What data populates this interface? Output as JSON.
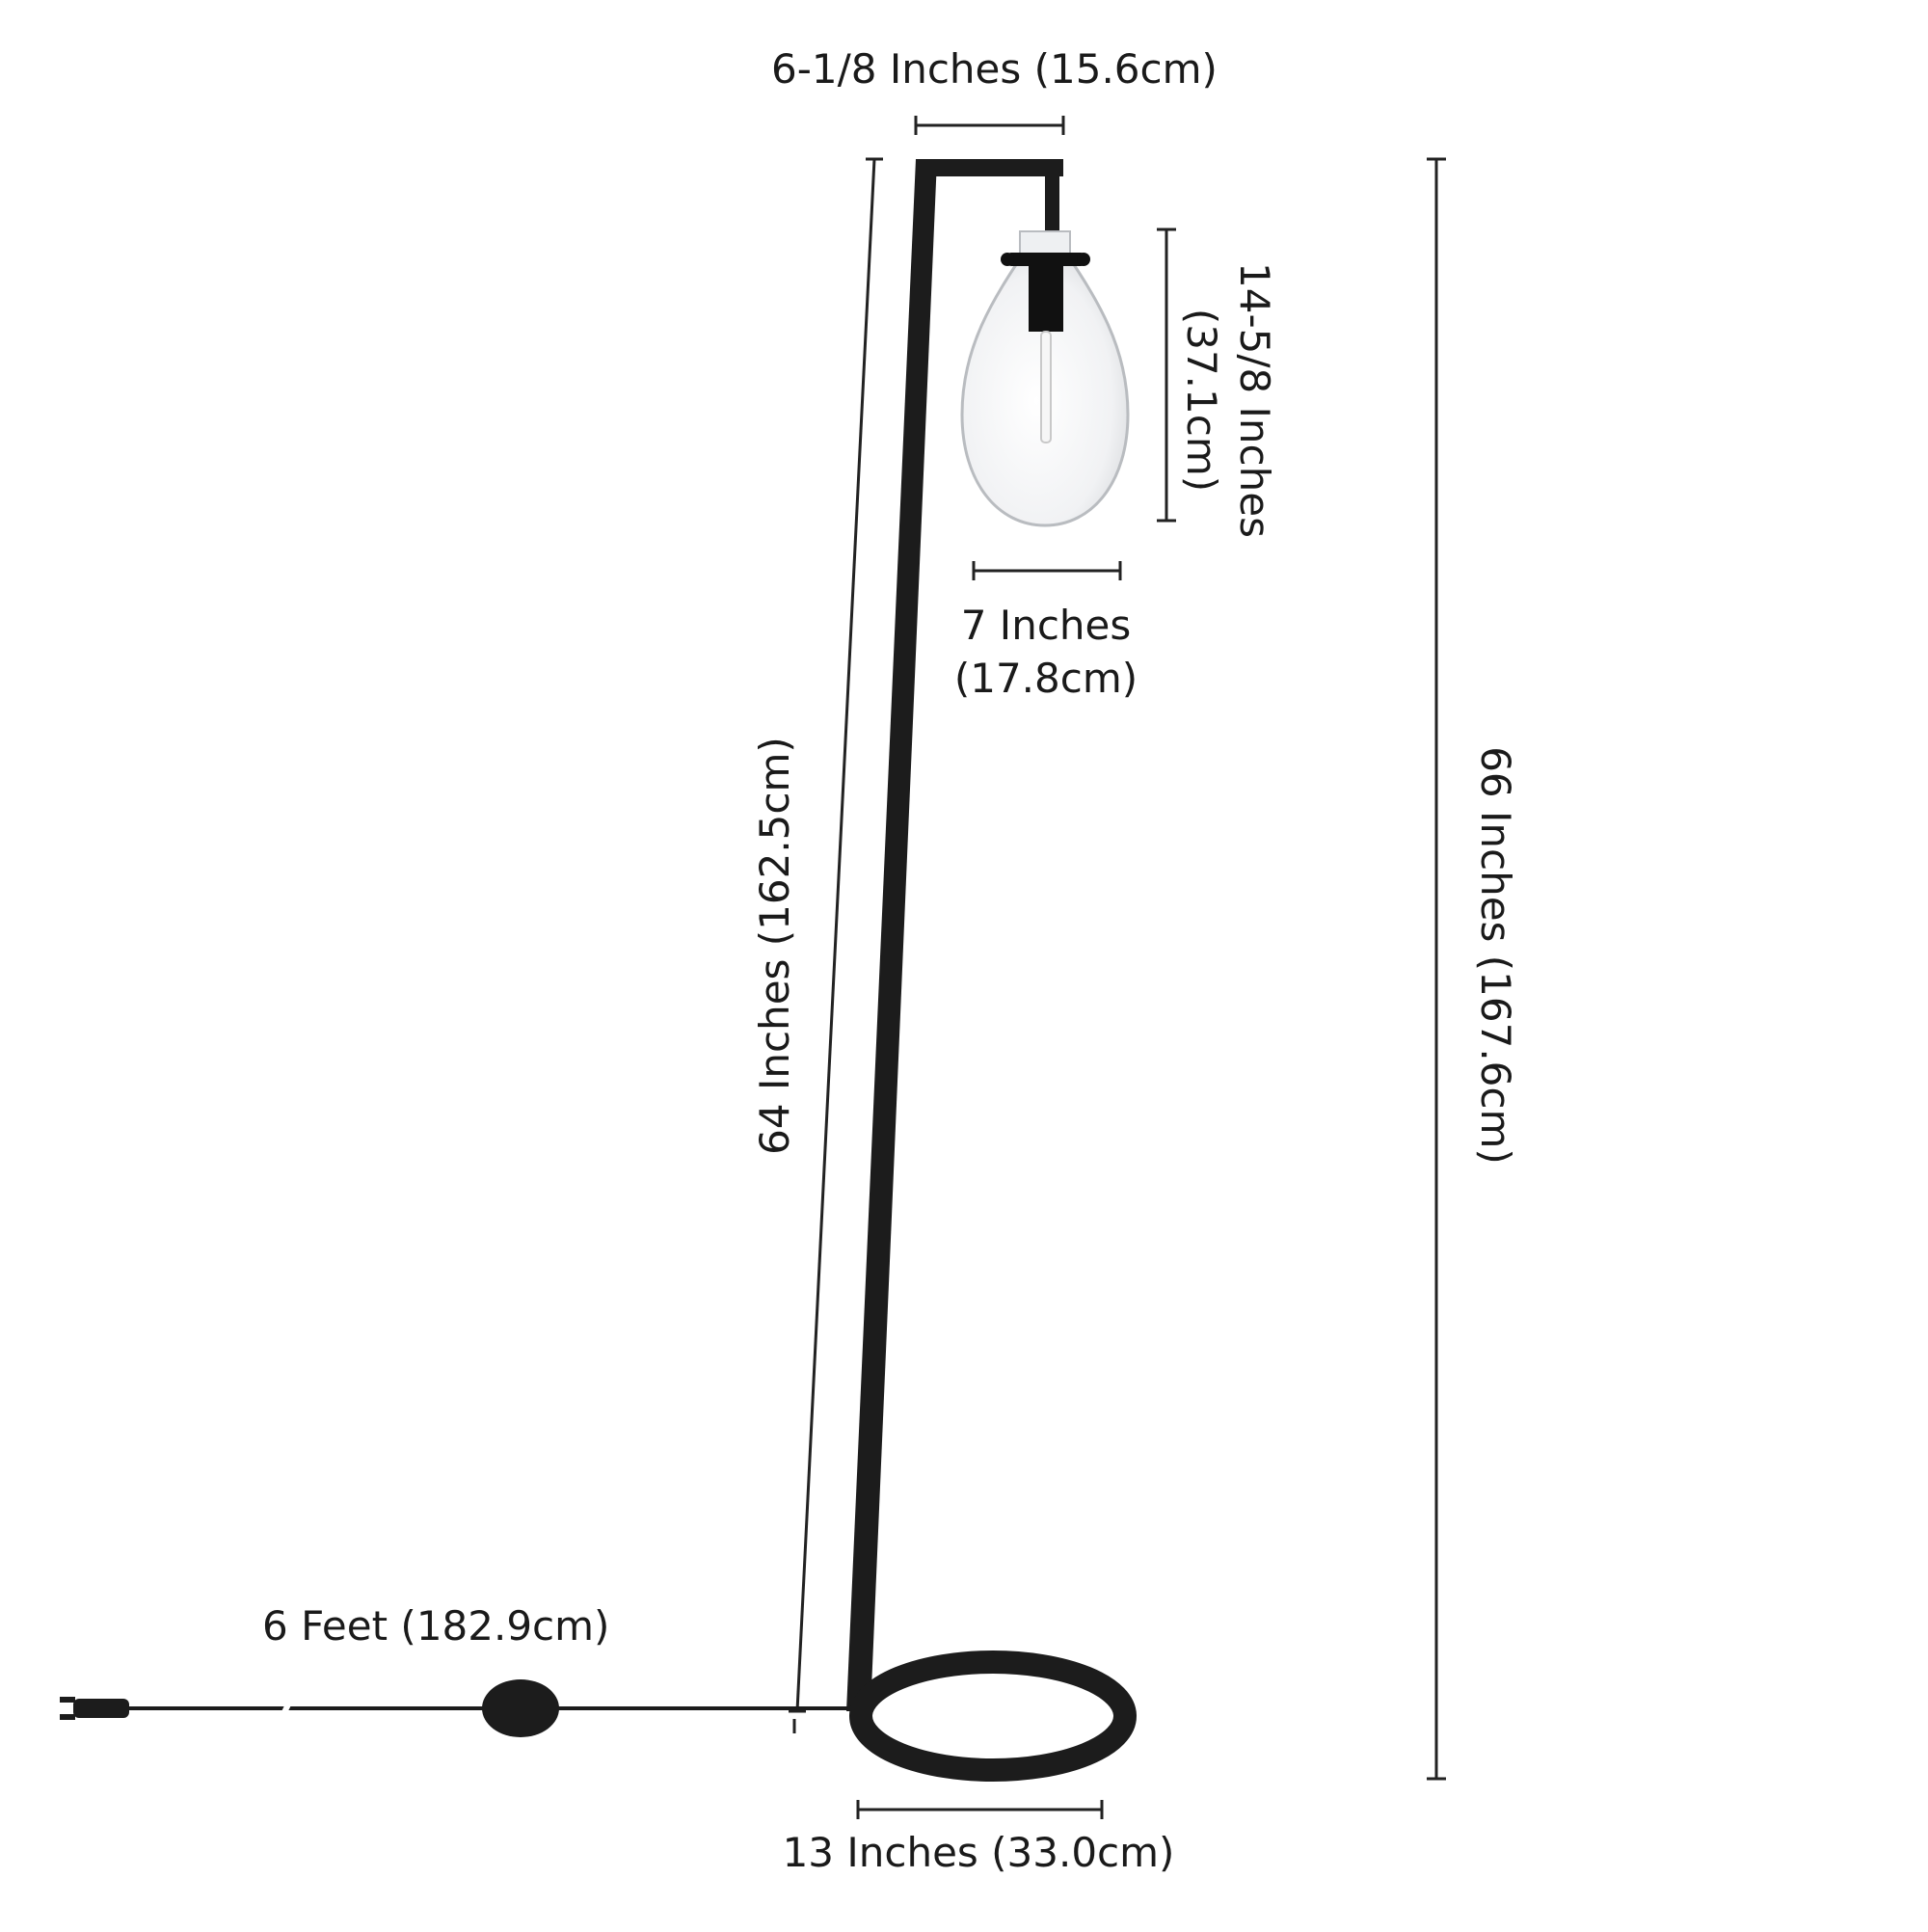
{
  "dimensions": {
    "top_arm_width": "6-1/8 Inches (15.6cm)",
    "shade_height_line1": "14-5/8 Inches",
    "shade_height_line2": "(37.1cm)",
    "shade_width_line1": "7 Inches",
    "shade_width_line2": "(17.8cm)",
    "pole_height": "64 Inches (162.5cm)",
    "overall_height": "66 Inches (167.6cm)",
    "cord_length": "6 Feet (182.9cm)",
    "base_width": "13 Inches (33.0cm)"
  },
  "colors": {
    "metal": "#1c1c1c",
    "glass": "#f3f4f6",
    "glass_edge": "#b9bcc0",
    "dimension_line": "#222222"
  }
}
